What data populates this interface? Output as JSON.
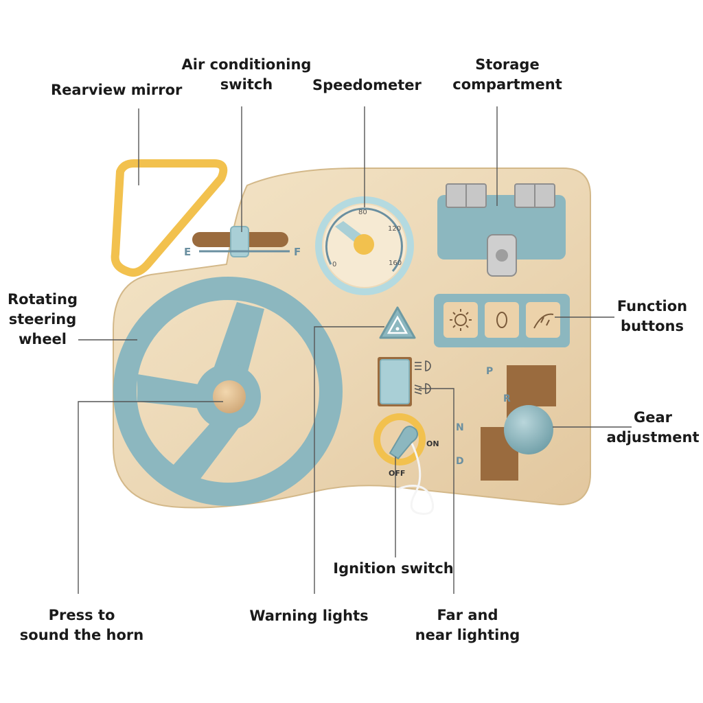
{
  "labels": {
    "rearview_mirror": "Rearview mirror",
    "air_conditioning": [
      "Air conditioning",
      "switch"
    ],
    "speedometer": "Speedometer",
    "storage": [
      "Storage",
      "compartment"
    ],
    "steering_wheel": [
      "Rotating",
      "steering",
      "wheel"
    ],
    "function_buttons": [
      "Function",
      "buttons"
    ],
    "gear_adjustment": [
      "Gear",
      "adjustment"
    ],
    "ignition_switch": "Ignition switch",
    "horn": [
      "Press to",
      "sound the horn"
    ],
    "warning_lights": "Warning lights",
    "lighting": [
      "Far and",
      "near lighting"
    ]
  },
  "board": {
    "slider_left": "E",
    "slider_right": "F",
    "speed_ticks": [
      "0",
      "80",
      "120",
      "160"
    ],
    "ignition_on": "ON",
    "ignition_off": "OFF",
    "gears": [
      "P",
      "R",
      "N",
      "D"
    ]
  },
  "colors": {
    "wood": "#ead6b4",
    "blue": "#8cb7bf",
    "yellow": "#f2c14e",
    "text": "#1a1a1a"
  }
}
